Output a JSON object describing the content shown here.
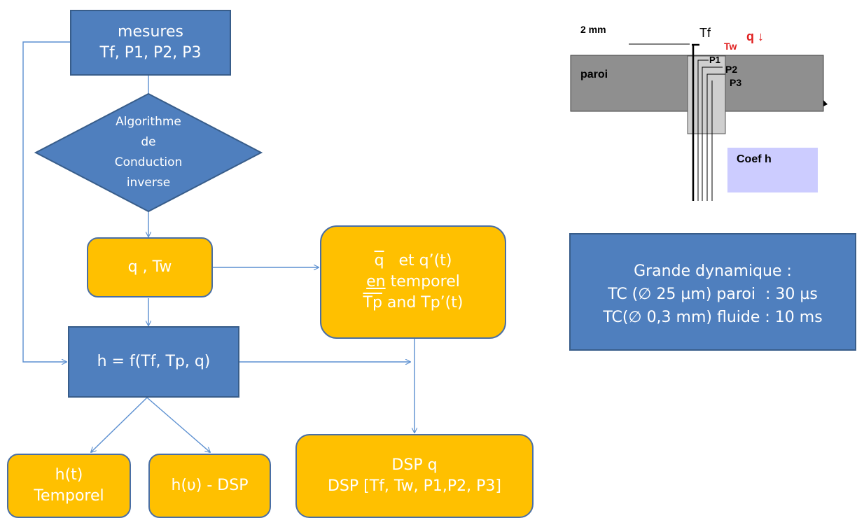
{
  "flowchart": {
    "mesures": {
      "line1": "mesures",
      "line2": "Tf, P1, P2, P3"
    },
    "algorithme": {
      "line1": "Algorithme",
      "line2": "de",
      "line3": "Conduction",
      "line4": "inverse"
    },
    "q_tw": {
      "label": "q , Tw"
    },
    "q_moyen": {
      "q_bar": "q",
      "line1_rest": "   et q’(t)",
      "line2_en": "en",
      "line2_rest": " temporel",
      "tp_bar": "Tp",
      "line3_rest": " and Tp’(t)"
    },
    "h_formula": {
      "label": "h = f(Tf, Tp, q)"
    },
    "h_temporel": {
      "line1": "h(t)",
      "line2": "Temporel"
    },
    "h_dsp": {
      "label": "h(υ) - DSP"
    },
    "dsp_q": {
      "line1": "DSP q",
      "line2": "DSP [Tf, Tw, P1,P2, P3]"
    }
  },
  "schematic": {
    "scale_label": "2 mm",
    "tf_label": "Tf",
    "tw_label": "Tw",
    "q_label": "q ↓",
    "paroi_label": "paroi",
    "p1_label": "P1",
    "p2_label": "P2",
    "p3_label": "P3",
    "coef_label": "Coef h"
  },
  "info_box": {
    "line1": "Grande dynamique :",
    "line2": "TC (∅ 25 µm) paroi  : 30 µs",
    "line3": "TC(∅ 0,3 mm) fluide : 10 ms"
  },
  "colors": {
    "blue": "#4f7fbe",
    "gold": "#ffc000",
    "connector": "#5b8fd0",
    "red_label": "#e02020",
    "wall": "#8f8f8f",
    "coef_box": "#ccccff"
  }
}
